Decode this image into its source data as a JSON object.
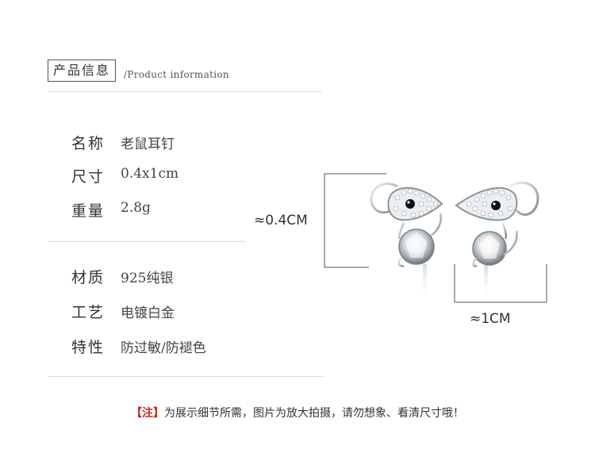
{
  "header": {
    "title": "产品信息",
    "subtitle": "/Product information"
  },
  "specs_group1": [
    {
      "label": "名称",
      "value": "老鼠耳钉"
    },
    {
      "label": "尺寸",
      "value": "0.4x1cm"
    },
    {
      "label": "重量",
      "value": "2.8g"
    }
  ],
  "specs_group2": [
    {
      "label": "材质",
      "value": "925纯银"
    },
    {
      "label": "工艺",
      "value": "电镀白金"
    },
    {
      "label": "特性",
      "value": "防过敏/防褪色"
    }
  ],
  "dimensions": {
    "height_label": "≈0.4CM",
    "width_label": "≈1CM"
  },
  "note": {
    "tag": "【注】",
    "text": "为展示细节所需，图片为放大拍摄，请勿想象、看清尺寸哦！"
  },
  "colors": {
    "note_accent": "#c8291e",
    "divider": "#d9d9d9",
    "text": "#333333"
  },
  "icons": [
    "mouse-earring-illustration",
    "dimension-bracket"
  ]
}
